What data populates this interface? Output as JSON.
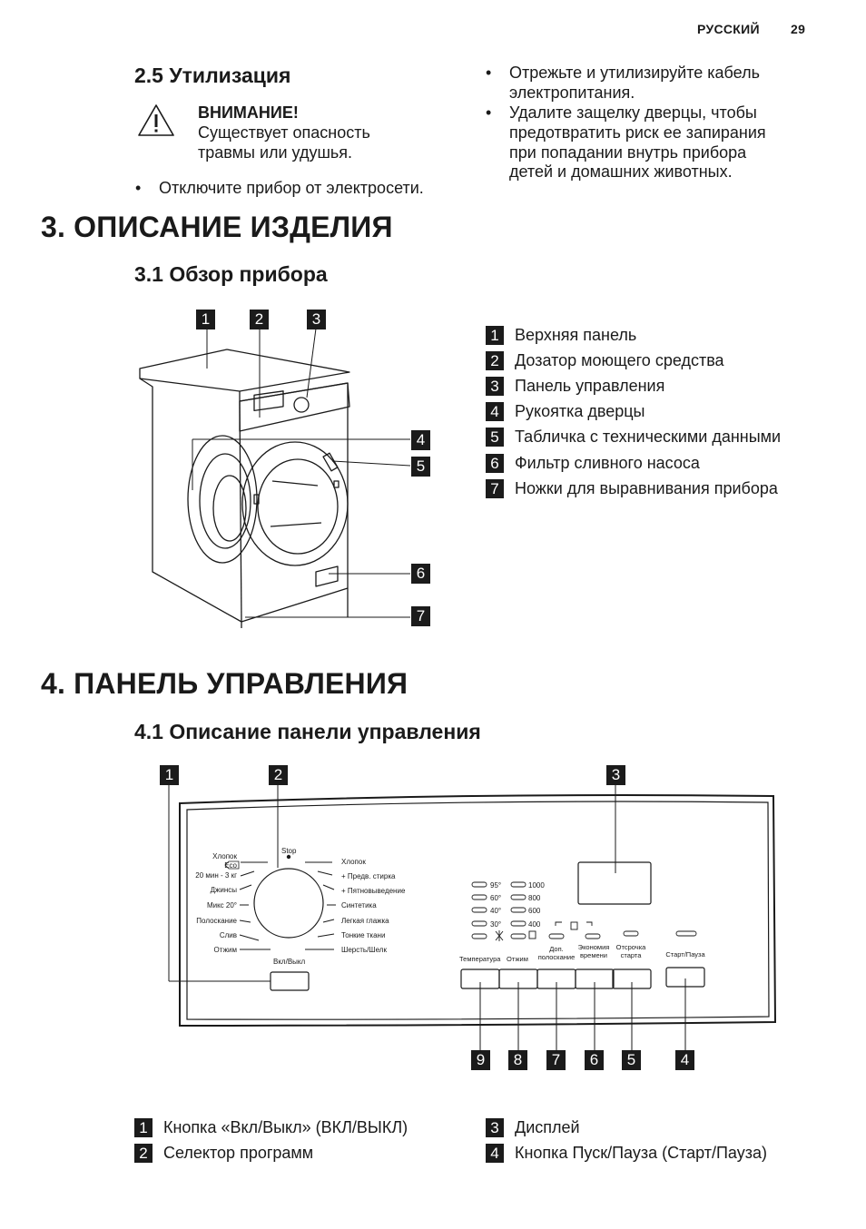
{
  "header": {
    "language": "РУССКИЙ",
    "page_number": "29"
  },
  "disposal": {
    "title": "2.5 Утилизация",
    "warning_title": "ВНИМАНИЕ!",
    "warning_line1": "Существует опасность",
    "warning_line2": "травмы или удушья.",
    "bullet_left": "Отключите прибор от электросети.",
    "bullet_right1_l1": "Отрежьте и утилизируйте кабель",
    "bullet_right1_l2": "электропитания.",
    "bullet_right2_l1": "Удалите защелку дверцы, чтобы",
    "bullet_right2_l2": "предотвратить риск ее запирания",
    "bullet_right2_l3": "при попадании внутрь прибора",
    "bullet_right2_l4": "детей и домашних животных."
  },
  "section3": {
    "title": "3. ОПИСАНИЕ ИЗДЕЛИЯ",
    "sub": "3.1 Обзор прибора"
  },
  "appliance_callouts": [
    "1",
    "2",
    "3",
    "4",
    "5",
    "6",
    "7"
  ],
  "appliance_legend": [
    {
      "num": "1",
      "text": "Верхняя панель"
    },
    {
      "num": "2",
      "text": "Дозатор моющего средства"
    },
    {
      "num": "3",
      "text": "Панель управления"
    },
    {
      "num": "4",
      "text": "Рукоятка дверцы"
    },
    {
      "num": "5",
      "text": "Табличка с техническими данными"
    },
    {
      "num": "6",
      "text": "Фильтр сливного насоса"
    },
    {
      "num": "7",
      "text": "Ножки для выравнивания прибора"
    }
  ],
  "section4": {
    "title": "4. ПАНЕЛЬ УПРАВЛЕНИЯ",
    "sub": "4.1 Описание панели управления"
  },
  "panel": {
    "stop": "Stop",
    "left_programs": [
      "Хлопок",
      "Eco",
      "20 мин - 3 кг",
      "Джинсы",
      "Микс 20°",
      "Полоскание",
      "Слив",
      "Отжим"
    ],
    "right_programs": [
      "Хлопок",
      "+ Предв. стирка",
      "+ Пятновыведение",
      "Синтетика",
      "Легкая глажка",
      "Тонкие ткани",
      "Шерсть/Шелк"
    ],
    "power_label": "Вкл/Выкл",
    "temps": [
      "95°",
      "60°",
      "40°",
      "30°"
    ],
    "spins": [
      "1000",
      "800",
      "600",
      "400"
    ],
    "btn_labels": {
      "temp": "Температура",
      "spin": "Отжим",
      "rinse_l1": "Доп.",
      "rinse_l2": "полоскание",
      "eco_l1": "Экономия",
      "eco_l2": "времени",
      "delay_l1": "Отсрочка",
      "delay_l2": "старта",
      "start": "Старт/Пауза"
    },
    "top_callouts": [
      "1",
      "2",
      "3"
    ],
    "bottom_callouts": [
      "9",
      "8",
      "7",
      "6",
      "5",
      "4"
    ]
  },
  "panel_legend_left": [
    {
      "num": "1",
      "text": "Кнопка «Вкл/Выкл» (ВКЛ/ВЫКЛ)"
    },
    {
      "num": "2",
      "text": "Селектор программ"
    }
  ],
  "panel_legend_right": [
    {
      "num": "3",
      "text": "Дисплей"
    },
    {
      "num": "4",
      "text": "Кнопка Пуск/Пауза (Старт/Пауза)"
    }
  ]
}
